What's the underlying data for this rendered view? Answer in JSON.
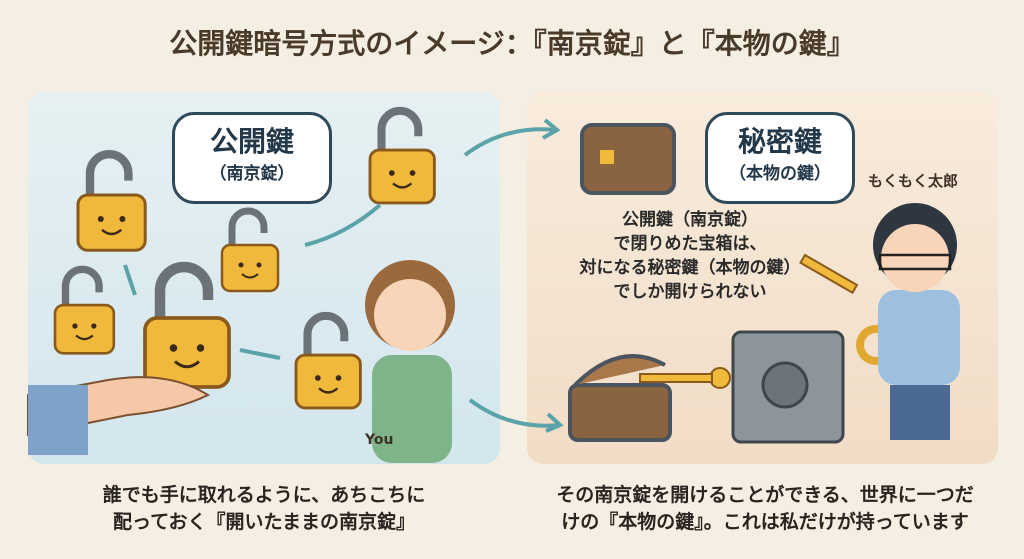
{
  "title": "公開鍵暗号方式のイメージ：『南京錠』と『本物の鍵』",
  "public_key": {
    "label": "公開鍵",
    "sub": "（南京錠）"
  },
  "private_key": {
    "label": "秘密鍵",
    "sub": "（本物の鍵）"
  },
  "character_name": "もくもく太郎",
  "you_label": "You",
  "explanation": [
    "公開鍵（南京錠）",
    "で閉りめた宝箱は、",
    "対になる秘密鍵（本物の鍵）",
    "でしか開けられない"
  ],
  "caption_left": [
    "誰でも手に取れるように、あちこちに",
    "配っておく『開いたままの南京錠』"
  ],
  "caption_right": [
    "その南京錠を開けることができる、世界に一つだ",
    "けの『本物の鍵』。これは私だけが持っています"
  ],
  "colors": {
    "lock": "#f0b93c",
    "left_panel": "#dcebf1",
    "right_panel": "#f4e3cf",
    "arrow": "#5aa3a8"
  }
}
